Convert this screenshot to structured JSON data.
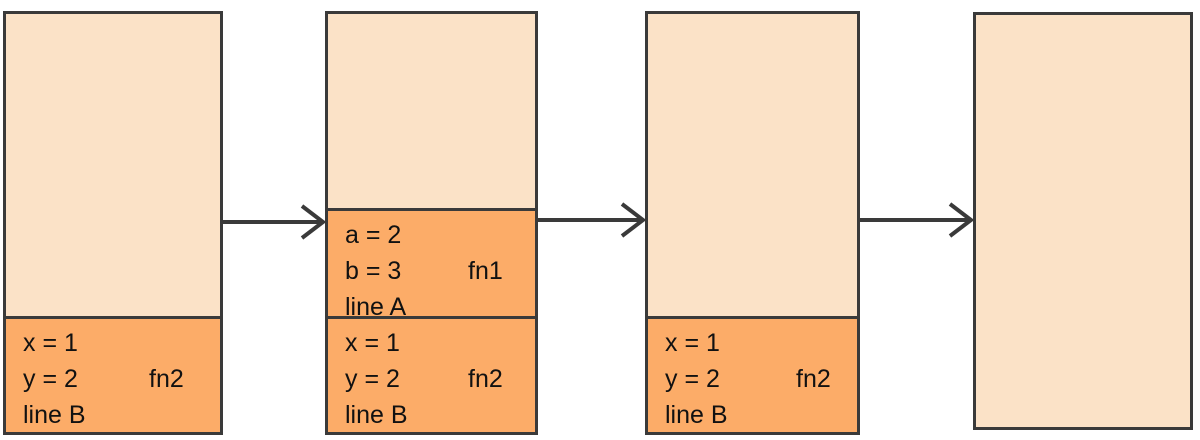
{
  "diagram": {
    "type": "call-stack-sequence",
    "title": "",
    "background_color": "#ffffff",
    "colors": {
      "box_fill": "#fbe2c7",
      "frame_fill": "#fcac68",
      "border": "#3a3a3a",
      "text": "#111111",
      "arrow": "#3a3a3a"
    },
    "states": [
      {
        "id": "state-1",
        "frames": [
          {
            "name": "fn2",
            "lines": [
              "x = 1",
              "y = 2",
              "line B"
            ],
            "name_on_line": 2
          }
        ]
      },
      {
        "id": "state-2",
        "frames": [
          {
            "name": "fn1",
            "lines": [
              "a = 2",
              "b = 3",
              "line A"
            ],
            "name_on_line": 2
          },
          {
            "name": "fn2",
            "lines": [
              "x = 1",
              "y = 2",
              "line B"
            ],
            "name_on_line": 2
          }
        ]
      },
      {
        "id": "state-3",
        "frames": [
          {
            "name": "fn2",
            "lines": [
              "x = 1",
              "y = 2",
              "line B"
            ],
            "name_on_line": 2
          }
        ]
      },
      {
        "id": "state-4",
        "frames": []
      }
    ],
    "arrows": [
      {
        "id": "arrow-1",
        "from": "state-1",
        "to": "state-2"
      },
      {
        "id": "arrow-2",
        "from": "state-2",
        "to": "state-3"
      },
      {
        "id": "arrow-3",
        "from": "state-3",
        "to": "state-4"
      }
    ]
  }
}
